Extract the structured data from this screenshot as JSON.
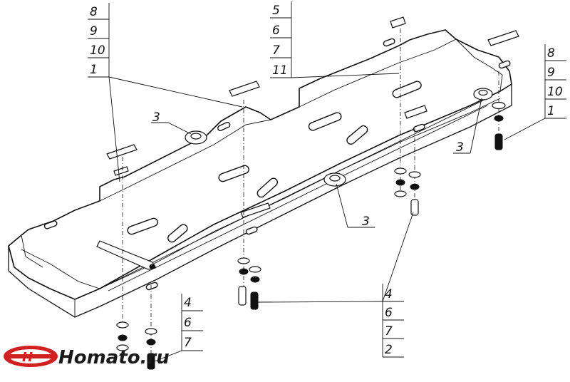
{
  "drawing": {
    "callouts": {
      "top_left": [
        "8",
        "9",
        "10",
        "1"
      ],
      "top_center": [
        "5",
        "6",
        "7",
        "11"
      ],
      "right": [
        "8",
        "9",
        "10",
        "1"
      ],
      "bottom_center": [
        "4",
        "6",
        "7",
        "2"
      ],
      "bottom_left": [
        "4",
        "6",
        "7"
      ]
    },
    "part_labels": {
      "left": "3",
      "center": "3",
      "right": "3"
    }
  },
  "logo": {
    "text": "Homato.ru",
    "colors": {
      "primary": "#d21f1f",
      "dark": "#1a1a1a"
    }
  }
}
